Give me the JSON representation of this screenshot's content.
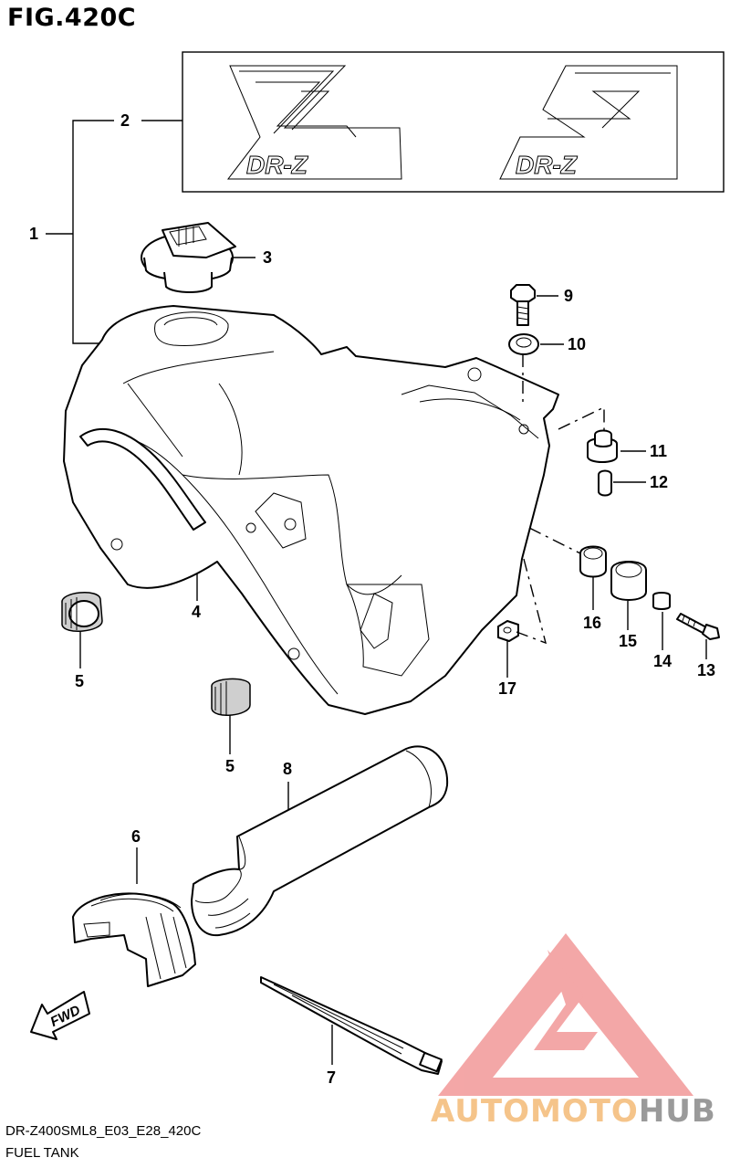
{
  "figure": {
    "title": "FIG.420C"
  },
  "footer": {
    "model_code": "DR-Z400SML8_E03_E28_420C",
    "section_name": "FUEL TANK"
  },
  "decal_text": "DR-Z",
  "fwd_label": "FWD",
  "callouts": {
    "c1": "1",
    "c2": "2",
    "c3": "3",
    "c4": "4",
    "c5a": "5",
    "c5b": "5",
    "c6": "6",
    "c7": "7",
    "c8": "8",
    "c9": "9",
    "c10": "10",
    "c11": "11",
    "c12": "12",
    "c13": "13",
    "c14": "14",
    "c15": "15",
    "c16": "16",
    "c17": "17"
  },
  "watermark": {
    "part1": "AUTOMOTO",
    "part2": "HUB",
    "color1": "#f5c48a",
    "color2": "#9a9a9a",
    "logo_color": "#f08a8a"
  },
  "icons": [
    "fwd-arrow-icon",
    "watermark-logo-icon"
  ]
}
